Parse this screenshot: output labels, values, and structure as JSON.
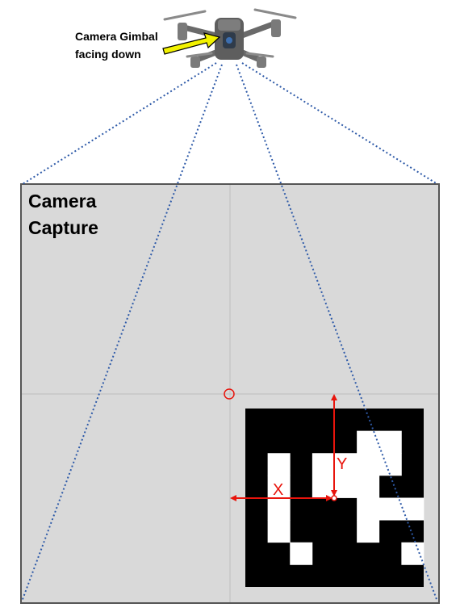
{
  "drone": {
    "label_line1": "Camera Gimbal",
    "label_line2": "facing down"
  },
  "capture": {
    "label_line1": "Camera",
    "label_line2": "Capture"
  },
  "marker_axes": {
    "x_label": "X",
    "y_label": "Y"
  },
  "marker_grid": [
    [
      0,
      0,
      0,
      0,
      0,
      0,
      0,
      0
    ],
    [
      0,
      0,
      0,
      0,
      0,
      1,
      1,
      0
    ],
    [
      0,
      1,
      0,
      1,
      1,
      1,
      1,
      0
    ],
    [
      0,
      1,
      0,
      1,
      1,
      1,
      0,
      0
    ],
    [
      0,
      1,
      0,
      0,
      0,
      1,
      1,
      1
    ],
    [
      0,
      1,
      0,
      0,
      0,
      1,
      0,
      0
    ],
    [
      0,
      0,
      1,
      0,
      0,
      0,
      0,
      1
    ],
    [
      0,
      0,
      0,
      0,
      0,
      0,
      0,
      0
    ]
  ],
  "colors": {
    "capture_fill": "#d9d9d9",
    "capture_border": "#555555",
    "frustum_lines": "#2e5aa8",
    "axis_red": "#e8140c",
    "pointer_arrow": "#f2f200"
  }
}
